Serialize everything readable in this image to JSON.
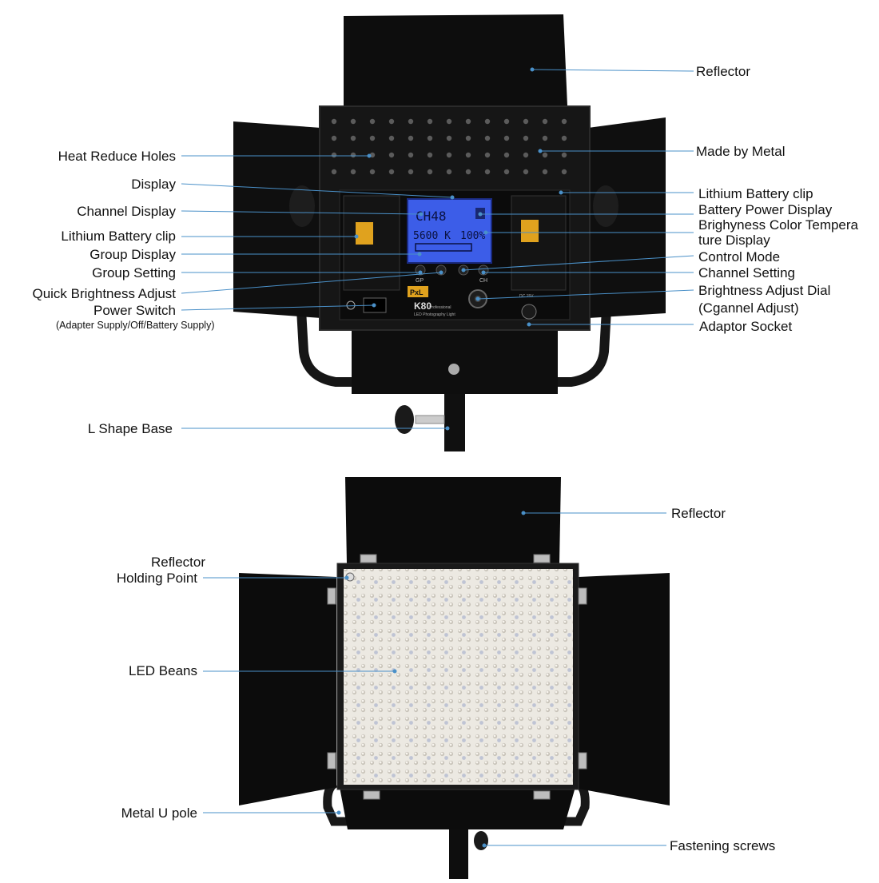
{
  "top_labels": {
    "reflector": "Reflector",
    "heat_reduce_holes": "Heat Reduce Holes",
    "made_by_metal": "Made by Metal",
    "display": "Display",
    "lithium_battery_clip_right": "Lithium Battery clip",
    "channel_display": "Channel Display",
    "battery_power_display": "Battery Power Display",
    "brightness_color_temp_line1": "Brighyness Color Tempera",
    "brightness_color_temp_line2": "ture Display",
    "lithium_battery_clip_left": "Lithium Battery clip",
    "group_display": "Group Display",
    "control_mode": "Control Mode",
    "group_setting": "Group Setting",
    "channel_setting": "Channel Setting",
    "brightness_adjust_dial_line1": "Brightness Adjust Dial",
    "brightness_adjust_dial_line2": "(Cgannel Adjust)",
    "quick_brightness_adjust": "Quick Brightness Adjust",
    "power_switch": "Power Switch",
    "power_switch_note": "(Adapter Supply/Off/Battery Supply)",
    "adaptor_socket": "Adaptor Socket",
    "l_shape_base": "L Shape Base"
  },
  "bottom_labels": {
    "reflector": "Reflector",
    "reflector_holding_point_line1": "Reflector",
    "reflector_holding_point_line2": "Holding Point",
    "led_beans": "LED Beans",
    "metal_u_pole": "Metal U pole",
    "fastening_screws": "Fastening screws"
  },
  "device": {
    "lcd_channel": "CH48",
    "lcd_temp": "5600 K",
    "lcd_brightness": "100%",
    "brand_badge": "PxL",
    "model": "K80",
    "model_sub": "Professional",
    "model_sub2": "LED Photography Light",
    "button_gp": "GP",
    "button_ch": "CH",
    "power_rating": "DC 15V"
  },
  "colors": {
    "leader_line": "#4a90c8",
    "lcd_blue": "#3c5de8",
    "panel": "#141414",
    "reflector": "#0d0d0d"
  }
}
